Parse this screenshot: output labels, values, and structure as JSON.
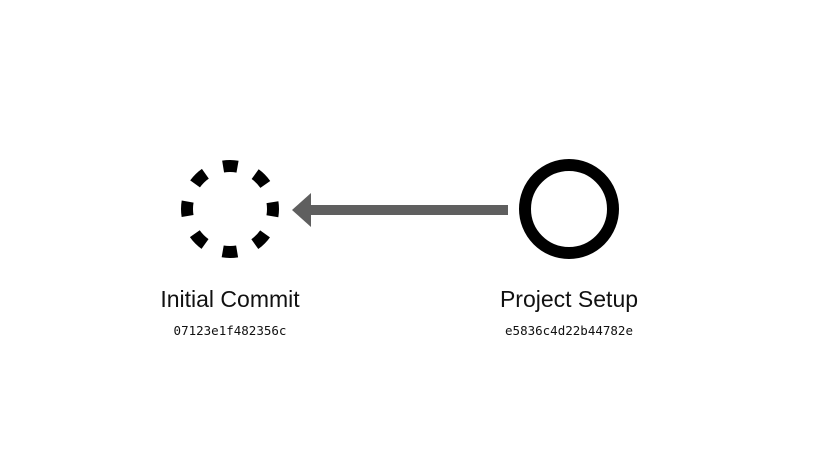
{
  "colors": {
    "node_stroke": "#000000",
    "arrow": "#5f5f5f",
    "background": "#ffffff",
    "text": "#111111"
  },
  "commits": [
    {
      "message": "Initial Commit",
      "hash": "07123e1f482356c",
      "style": "dashed"
    },
    {
      "message": "Project Setup",
      "hash": "e5836c4d22b44782e",
      "style": "solid"
    }
  ],
  "edges": [
    {
      "from": 1,
      "to": 0,
      "direction": "arrow-left"
    }
  ]
}
